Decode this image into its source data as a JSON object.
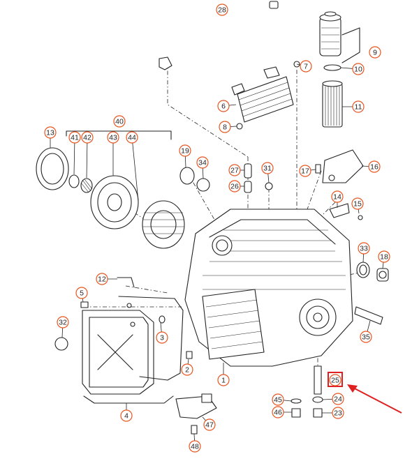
{
  "diagram": {
    "accent_color": "#e8541e",
    "highlight_color": "#e02020",
    "parts": [
      {
        "num": "28"
      },
      {
        "num": "7"
      },
      {
        "num": "9"
      },
      {
        "num": "10"
      },
      {
        "num": "11"
      },
      {
        "num": "6"
      },
      {
        "num": "8"
      },
      {
        "num": "40"
      },
      {
        "num": "13"
      },
      {
        "num": "41"
      },
      {
        "num": "42"
      },
      {
        "num": "43"
      },
      {
        "num": "44"
      },
      {
        "num": "19"
      },
      {
        "num": "34"
      },
      {
        "num": "27"
      },
      {
        "num": "26"
      },
      {
        "num": "31"
      },
      {
        "num": "17"
      },
      {
        "num": "16"
      },
      {
        "num": "14"
      },
      {
        "num": "15"
      },
      {
        "num": "33"
      },
      {
        "num": "18"
      },
      {
        "num": "12"
      },
      {
        "num": "5"
      },
      {
        "num": "3"
      },
      {
        "num": "32"
      },
      {
        "num": "35"
      },
      {
        "num": "2"
      },
      {
        "num": "1"
      },
      {
        "num": "25"
      },
      {
        "num": "45"
      },
      {
        "num": "24"
      },
      {
        "num": "46"
      },
      {
        "num": "23"
      },
      {
        "num": "4"
      },
      {
        "num": "47"
      },
      {
        "num": "48"
      }
    ],
    "highlighted_part": "25"
  }
}
